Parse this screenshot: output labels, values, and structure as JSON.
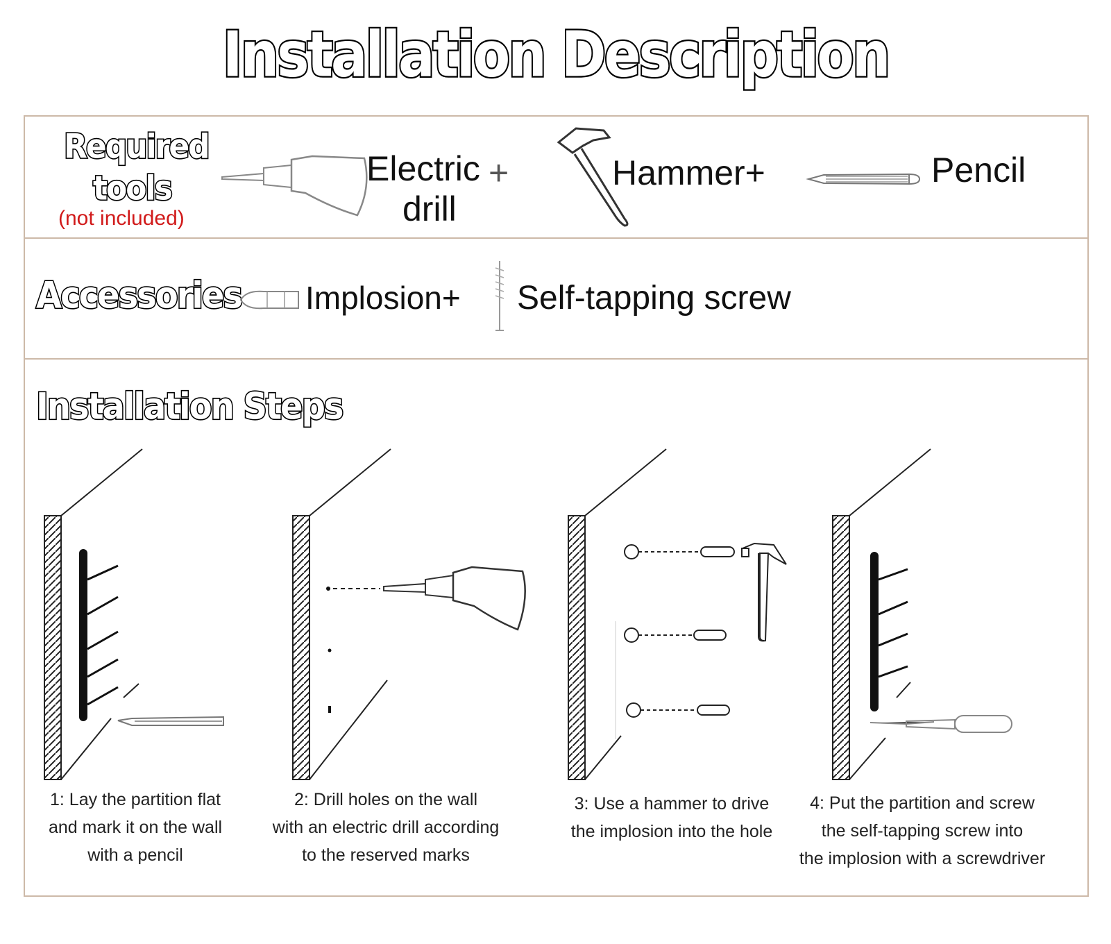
{
  "title": "Installation Description",
  "required_tools": {
    "heading_line1": "Required",
    "heading_line2": "tools",
    "note": "(not included)",
    "note_color": "#d11a1a",
    "items": [
      {
        "label_line1": "Electric",
        "label_line2": "drill",
        "plus": "+",
        "icon": "electric-drill-icon"
      },
      {
        "label": "Hammer+",
        "icon": "hammer-icon"
      },
      {
        "label": "Pencil",
        "icon": "pencil-icon"
      }
    ]
  },
  "accessories": {
    "heading": "Accessories",
    "items": [
      {
        "label": "Implosion+",
        "icon": "wall-anchor-icon"
      },
      {
        "label": "Self-tapping screw",
        "icon": "screw-icon"
      }
    ]
  },
  "steps_section": {
    "heading": "Installation Steps",
    "steps": [
      {
        "line1": "1: Lay the partition flat",
        "line2": "and mark it on the wall",
        "line3": "with a pencil"
      },
      {
        "line1": "2: Drill holes on the wall",
        "line2": "with an electric drill according",
        "line3": "to the reserved marks"
      },
      {
        "line1": "3: Use a hammer to drive",
        "line2": "the implosion into the hole"
      },
      {
        "line1": "4: Put the partition and screw",
        "line2": "the self-tapping screw into",
        "line3": "the implosion with a screwdriver"
      }
    ]
  },
  "colors": {
    "frame": "#cdb9a8",
    "ink": "#111111"
  }
}
